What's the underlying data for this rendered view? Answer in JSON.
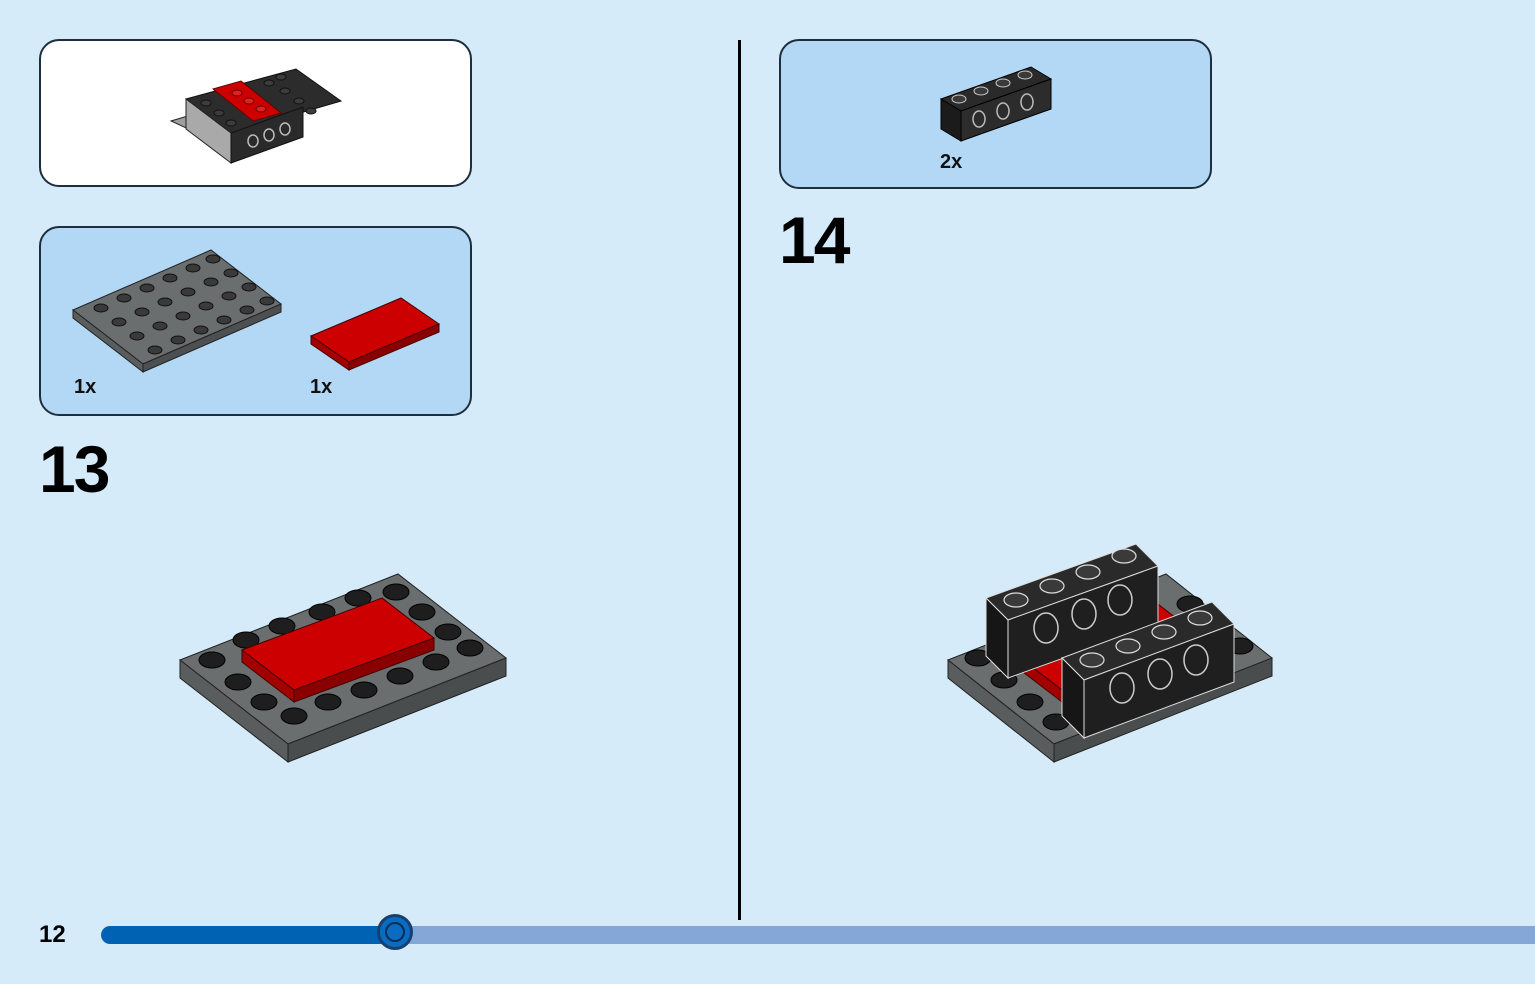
{
  "page": {
    "number": "12",
    "progress_fraction": 0.205
  },
  "step13": {
    "number": "13",
    "parts": [
      {
        "name": "dark-gray-plate",
        "qty": "1x"
      },
      {
        "name": "red-tile",
        "qty": "1x"
      }
    ]
  },
  "step14": {
    "number": "14",
    "parts": [
      {
        "name": "black-technic-brick",
        "qty": "2x"
      }
    ]
  },
  "colors": {
    "background": "#d5ebfa",
    "parts_panel": "#b3d8f5",
    "dark_gray": "#6b6e6f",
    "black": "#1b1b1b",
    "red": "#cc0000",
    "progress_fill": "#0062b3",
    "progress_track": "#85a7d8"
  }
}
